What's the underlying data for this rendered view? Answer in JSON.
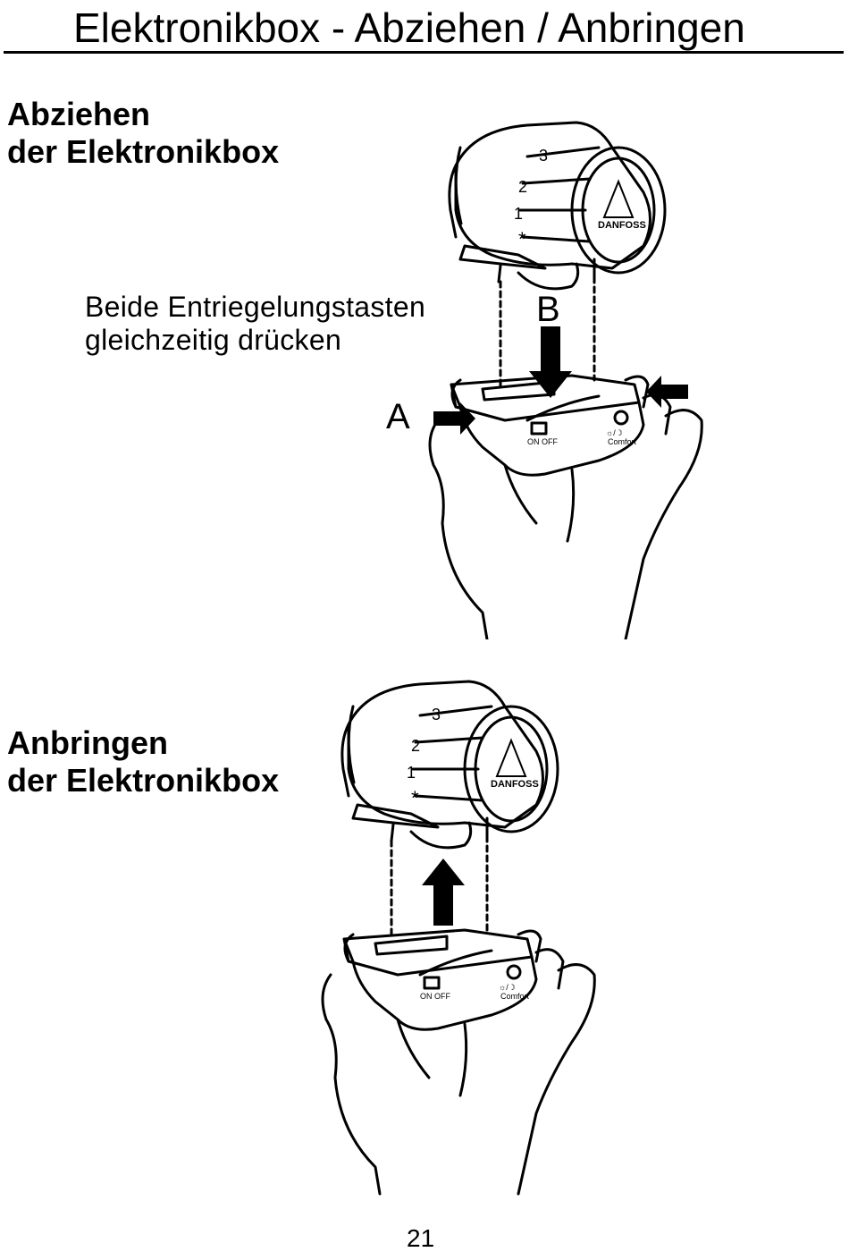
{
  "page": {
    "title": "Elektronikbox - Abziehen / Anbringen",
    "page_number": "21"
  },
  "section_remove": {
    "heading_line1": "Abziehen",
    "heading_line2": "der Elektronikbox",
    "instruction_line1": "Beide Entriegelungstasten",
    "instruction_line2": "gleichzeitig drücken",
    "callout_a": "A",
    "callout_b": "B"
  },
  "section_attach": {
    "heading_line1": "Anbringen",
    "heading_line2": "der Elektronikbox"
  },
  "device": {
    "brand_label": "DANFOSS",
    "dial_marks": [
      "*",
      "1",
      "2",
      "3"
    ],
    "switch_label": "ON  OFF",
    "comfort_label": "Comfort",
    "comfort_symbol": "☼/☽"
  }
}
